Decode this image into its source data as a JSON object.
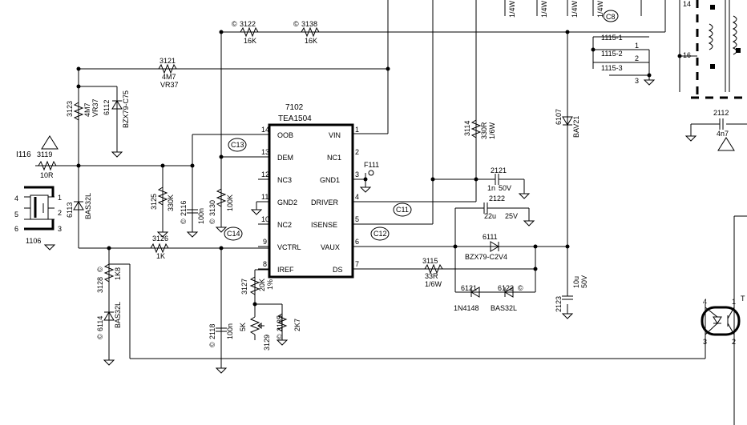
{
  "ic": {
    "ref": "7102",
    "part": "TEA1504",
    "pins_left": [
      {
        "num": "14",
        "name": "OOB"
      },
      {
        "num": "13",
        "name": "DEM"
      },
      {
        "num": "12",
        "name": "NC3"
      },
      {
        "num": "11",
        "name": "GND2"
      },
      {
        "num": "10",
        "name": "NC2"
      },
      {
        "num": "9",
        "name": "VCTRL"
      },
      {
        "num": "8",
        "name": "IREF"
      }
    ],
    "pins_right": [
      {
        "num": "1",
        "name": "VIN"
      },
      {
        "num": "2",
        "name": "NC1"
      },
      {
        "num": "3",
        "name": "GND1"
      },
      {
        "num": "4",
        "name": "DRIVER"
      },
      {
        "num": "5",
        "name": "ISENSE"
      },
      {
        "num": "6",
        "name": "VAUX"
      },
      {
        "num": "7",
        "name": "DS"
      }
    ]
  },
  "components": {
    "r3122": {
      "ref": "3122",
      "value": "16K",
      "mark": "©"
    },
    "r3138": {
      "ref": "3138",
      "value": "16K",
      "mark": "©"
    },
    "r3121": {
      "ref": "3121",
      "value": "4M7",
      "type": "VR37"
    },
    "r3123": {
      "ref": "3123",
      "value": "4M7",
      "type": "VR37"
    },
    "z6112": {
      "ref": "6112",
      "part": "BZX79-C75"
    },
    "r3119": {
      "ref": "3119",
      "value": "10R"
    },
    "j1116": {
      "ref": "I116"
    },
    "j1106": {
      "ref": "1106",
      "pins": [
        "4",
        "1",
        "5",
        "2",
        "6",
        "3"
      ]
    },
    "d6113": {
      "ref": "6113",
      "part": "BAS32L"
    },
    "r3125": {
      "ref": "3125",
      "value": "330K"
    },
    "c2116": {
      "ref": "2116",
      "value": "100n",
      "mark": "©"
    },
    "r3130": {
      "ref": "3130",
      "value": "100K",
      "mark": "©"
    },
    "r3126": {
      "ref": "3126",
      "value": "1K"
    },
    "r3128": {
      "ref": "3128",
      "value": "1K8",
      "mark": "©"
    },
    "d6114": {
      "ref": "6114",
      "part": "BAS32L",
      "mark": "©"
    },
    "c2118": {
      "ref": "2118",
      "value": "100n",
      "mark": "©"
    },
    "r3127": {
      "ref": "3127",
      "value": "20K",
      "tol": "1%"
    },
    "p3129": {
      "ref": "3129",
      "value": "5K"
    },
    "r3135": {
      "ref": "3135",
      "value": "2K7",
      "mark": "©"
    },
    "r3114": {
      "ref": "3114",
      "value": "330R",
      "power": "1/6W"
    },
    "d6107": {
      "ref": "6107",
      "part": "BAV21"
    },
    "c2121": {
      "ref": "2121",
      "value": "1n",
      "voltage": "50V"
    },
    "c2122": {
      "ref": "2122",
      "value": "22u",
      "voltage": "25V"
    },
    "z6111": {
      "ref": "6111",
      "part": "BZX79-C2V4"
    },
    "r3115": {
      "ref": "3115",
      "value": "33R",
      "power": "1/6W"
    },
    "d6121": {
      "ref": "6121",
      "part": "1N4148"
    },
    "d6122": {
      "ref": "6122",
      "part": "BAS32L",
      "mark": "©"
    },
    "c2123": {
      "ref": "2123",
      "value": "10u",
      "voltage": "50V"
    },
    "c2112": {
      "ref": "2112",
      "value": "4n7"
    },
    "f111": {
      "ref": "F111"
    },
    "j1115": {
      "pins": [
        "1115-1",
        "1115-2",
        "1115-3"
      ],
      "nums": [
        "1",
        "2",
        "3"
      ]
    },
    "c8": {
      "ref": "C8"
    },
    "top_power": [
      "1/4W",
      "1/4W",
      "1/4W",
      "1/4W"
    ],
    "transformer": {
      "pins": [
        "14",
        "16"
      ]
    },
    "optocoupler": {
      "pins": [
        "4",
        "1",
        "3",
        "2"
      ],
      "label": "T"
    }
  },
  "test_points": [
    "C13",
    "C14",
    "C11",
    "C12"
  ]
}
